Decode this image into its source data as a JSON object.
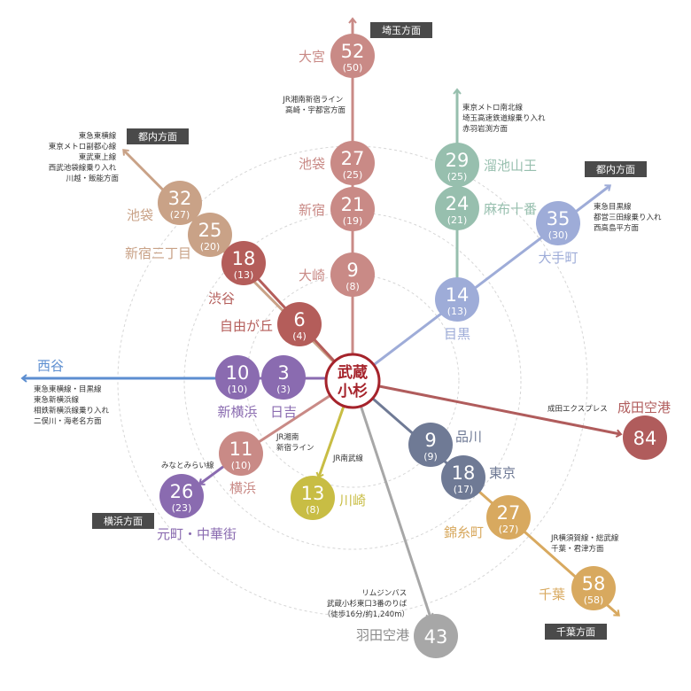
{
  "hub": {
    "line1": "武蔵",
    "line2": "小杉"
  },
  "colors": {
    "hub": "#a5232b",
    "north": "#c98a86",
    "metro": "#97bfae",
    "oimachi": "#c9a287",
    "meguro": "#9eacd8",
    "toyoko": "#b45d5a",
    "west": "#5c8ed0",
    "yokohama_area": "#8a6bb0",
    "nambu": "#c8bd44",
    "airport_bus": "#a7a7a7",
    "sobu": "#6f7a95",
    "chiba": "#d8a95f",
    "narita": "#b05c5c"
  },
  "badges": {
    "saitama": "埼玉方面",
    "tokyo_left": "都内方面",
    "tokyo_right": "都内方面",
    "yokohama": "横浜方面",
    "chiba": "千葉方面"
  },
  "notes": {
    "shonan": [
      "JR湘南新宿ライン",
      "高崎・宇都宮方面"
    ],
    "namboku": [
      "東京メトロ南北線",
      "埼玉高速鉄道線乗り入れ",
      "赤羽岩渕方面"
    ],
    "toyoko_north": [
      "東急東横線",
      "東京メトロ副都心線",
      "東武東上線",
      "西武池袋線乗り入れ",
      "川越・飯能方面"
    ],
    "meguro_line": [
      "東急目黒線",
      "都営三田線乗り入れ",
      "西高島平方面"
    ],
    "west": [
      "東急東横線・目黒線",
      "東急新横浜線",
      "相鉄新横浜線乗り入れ",
      "二俣川・海老名方面"
    ],
    "shonan_south": [
      "JR湘南",
      "新宿ライン"
    ],
    "nambu": [
      "JR南武線"
    ],
    "minatomirai": [
      "みなとみらい線"
    ],
    "narita_express": [
      "成田エクスプレス"
    ],
    "sobu": [
      "JR横須賀線・総武線",
      "千葉・君津方面"
    ],
    "limousine": [
      "リムジンバス",
      "武蔵小杉東口3番のりば",
      "（徒歩16分/約1,240m）"
    ]
  },
  "stations": {
    "omiya": {
      "name": "大宮",
      "minutes": "52",
      "sub": "(50)"
    },
    "ikebukuro_n": {
      "name": "池袋",
      "minutes": "27",
      "sub": "(25)"
    },
    "shinjuku": {
      "name": "新宿",
      "minutes": "21",
      "sub": "(19)"
    },
    "osaki": {
      "name": "大崎",
      "minutes": "9",
      "sub": "(8)"
    },
    "tameike": {
      "name": "溜池山王",
      "minutes": "29",
      "sub": "(25)"
    },
    "azabu": {
      "name": "麻布十番",
      "minutes": "24",
      "sub": "(21)"
    },
    "meguro": {
      "name": "目黒",
      "minutes": "14",
      "sub": "(13)"
    },
    "otemachi": {
      "name": "大手町",
      "minutes": "35",
      "sub": "(30)"
    },
    "ikebukuro_w": {
      "name": "池袋",
      "minutes": "32",
      "sub": "(27)"
    },
    "sanchome": {
      "name": "新宿三丁目",
      "minutes": "25",
      "sub": "(20)"
    },
    "shibuya": {
      "name": "渋谷",
      "minutes": "18",
      "sub": "(13)"
    },
    "jiyugaoka": {
      "name": "自由が丘",
      "minutes": "6",
      "sub": "(4)"
    },
    "west_dest": {
      "name": "西谷"
    },
    "shinyokohama": {
      "name": "新横浜",
      "minutes": "10",
      "sub": "(10)"
    },
    "hiyoshi": {
      "name": "日吉",
      "minutes": "3",
      "sub": "(3)"
    },
    "yokohama": {
      "name": "横浜",
      "minutes": "11",
      "sub": "(10)"
    },
    "motomachi": {
      "name": "元町・中華街",
      "minutes": "26",
      "sub": "(23)"
    },
    "kawasaki": {
      "name": "川崎",
      "minutes": "13",
      "sub": "(8)"
    },
    "haneda": {
      "name": "羽田空港",
      "minutes": "43"
    },
    "shinagawa": {
      "name": "品川",
      "minutes": "9",
      "sub": "(9)"
    },
    "tokyo": {
      "name": "東京",
      "minutes": "18",
      "sub": "(17)"
    },
    "kinshicho": {
      "name": "錦糸町",
      "minutes": "27",
      "sub": "(27)"
    },
    "chiba": {
      "name": "千葉",
      "minutes": "58",
      "sub": "(58)"
    },
    "narita": {
      "name": "成田空港",
      "minutes": "84"
    }
  }
}
